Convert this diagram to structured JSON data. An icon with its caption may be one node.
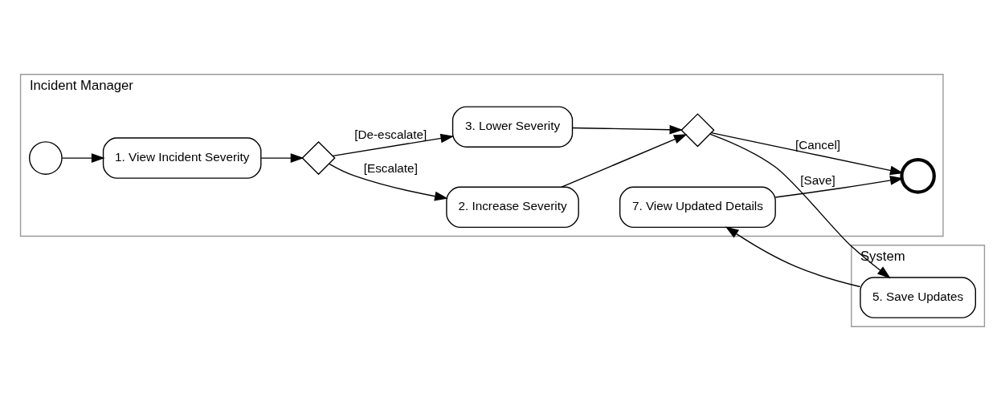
{
  "diagram": {
    "nodes": [
      {
        "text": [
          "Incident Manager"
        ]
      },
      {
        "text": [
          "System"
        ]
      },
      {
        "text": [],
        "shape": "circle",
        "in": 0
      },
      {
        "text": [
          "1. View Incident Severity"
        ],
        "in": 0
      },
      {
        "text": [],
        "shape": "diamond",
        "in": 0
      },
      {
        "text": [
          "2. Increase Severity"
        ],
        "in": 0
      },
      {
        "text": [
          "3. Lower Severity"
        ],
        "in": 0
      },
      {
        "text": [],
        "shape": "diamond",
        "in": 0
      },
      {
        "text": [
          "7. View Updated Details"
        ],
        "in": 0
      },
      {
        "text": [],
        "shape": "circle",
        "in": 0
      },
      {
        "text": [
          "5. Save Updates"
        ],
        "in": 1
      }
    ],
    "edges": [
      {
        "from": 2,
        "to": 3,
        "arrow": "to"
      },
      {
        "from": 3,
        "to": 4,
        "arrow": "to"
      },
      {
        "from": 4,
        "to": 5,
        "arrow": "to",
        "label": "[Escalate]"
      },
      {
        "from": 4,
        "to": 6,
        "arrow": "to",
        "label": "[De-escalate]"
      },
      {
        "from": 5,
        "to": 7,
        "arrow": "to"
      },
      {
        "from": 6,
        "to": 7,
        "arrow": "to"
      },
      {
        "from": 7,
        "to": 9,
        "arrow": "to",
        "label": "[Cancel]"
      },
      {
        "from": 7,
        "to": 10,
        "arrow": "to",
        "label": "[Save]"
      },
      {
        "from": 10,
        "to": 8,
        "arrow": "to"
      },
      {
        "from": 8,
        "to": 9,
        "arrow": "to"
      }
    ]
  }
}
